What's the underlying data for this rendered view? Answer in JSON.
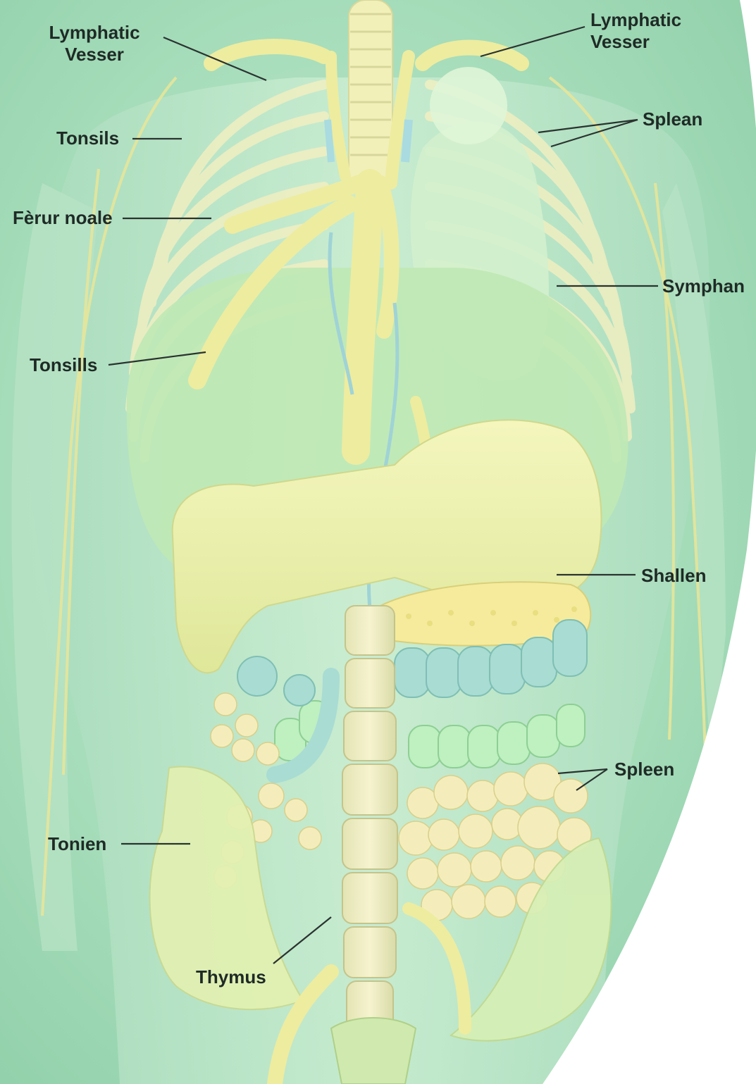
{
  "labels": {
    "lymphatic_vessel_left": [
      "Lymphatic",
      "Vesser"
    ],
    "lymphatic_vessel_right": [
      "Lymphatic",
      "Vesser"
    ],
    "tonsils_upper": "Tonsils",
    "ferur_noale": "Fèrur noale",
    "tonsills_lower": "Tonsills",
    "tonien": "Tonien",
    "thymus": "Thymus",
    "splean": "Splean",
    "symphan": "Symphan",
    "shallen": "Shallen",
    "spleen": "Spleen"
  },
  "colors": {
    "background": "#9ed9b6",
    "body": "#bfe9c9",
    "lymph": "#f1f0b2",
    "liver": "#eef2a8",
    "organ_green": "#c9edbe",
    "colon_blue": "#a9dcd3",
    "colon_green": "#b8ecb8",
    "intestine": "#f3eebc",
    "label_text": "#1f2a26"
  }
}
